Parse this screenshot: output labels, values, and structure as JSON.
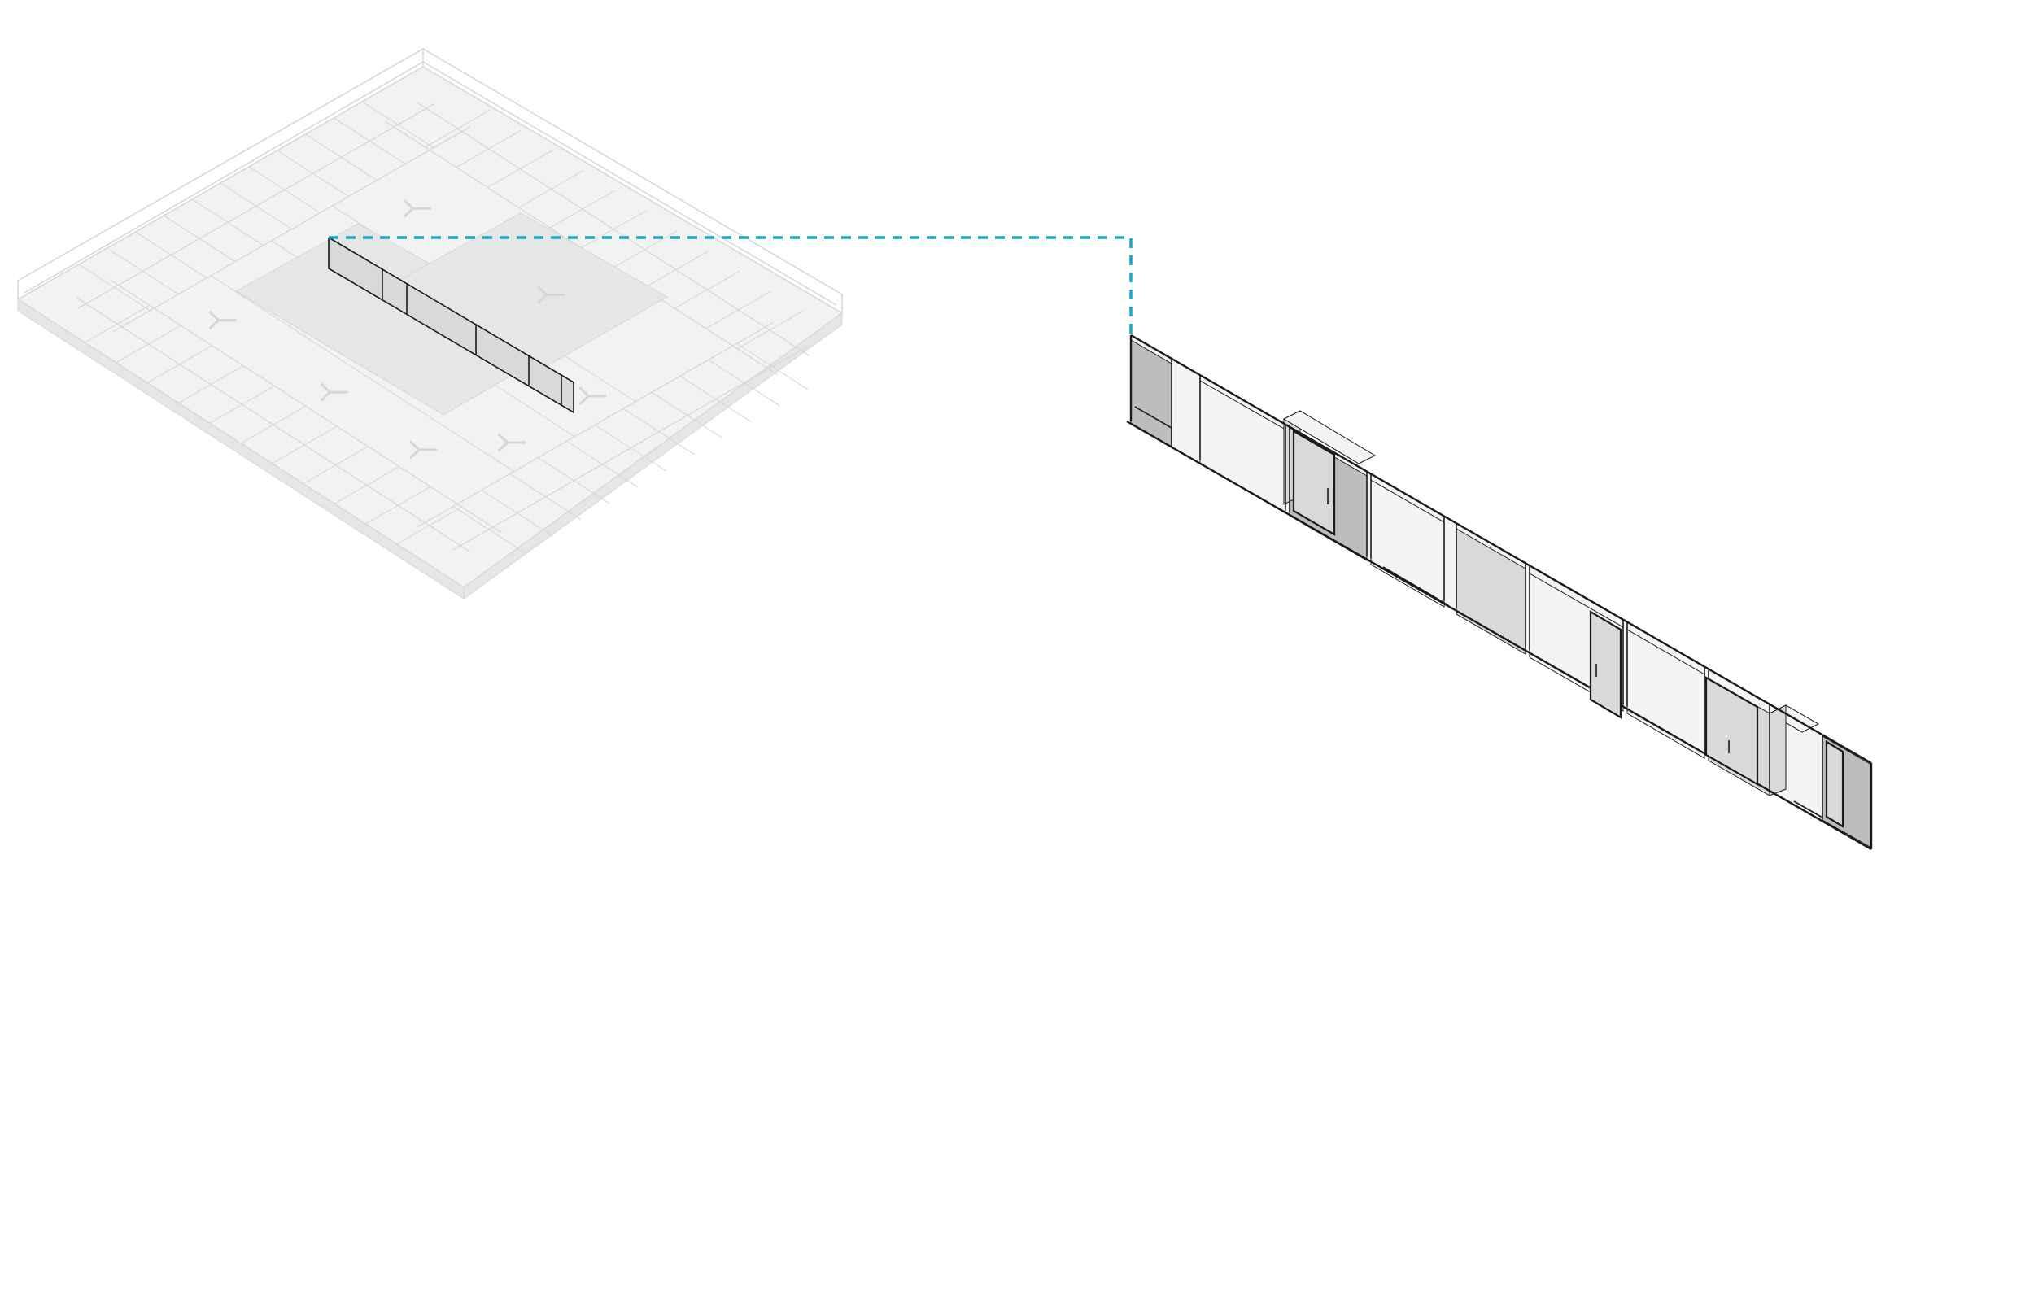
{
  "diagram": {
    "colors": {
      "background": "#ffffff",
      "plan_line": "#d6d6d6",
      "plan_fill": "#f2f2f2",
      "plan_highlight_fill": "#e6e6e6",
      "callout_dash": "#1aa6c4",
      "elevation_line": "#1a1a1a",
      "elevation_fill_light": "#f4f4f4",
      "elevation_fill_mid": "#d9d9d9",
      "elevation_fill_dark": "#bdbdbd"
    },
    "components": {
      "floor_plan": "isometric-floor-plan",
      "highlighted_wall": "highlighted-partition-wall",
      "callout": "dashed-callout-leader",
      "elevation": "isometric-wall-elevation"
    }
  }
}
